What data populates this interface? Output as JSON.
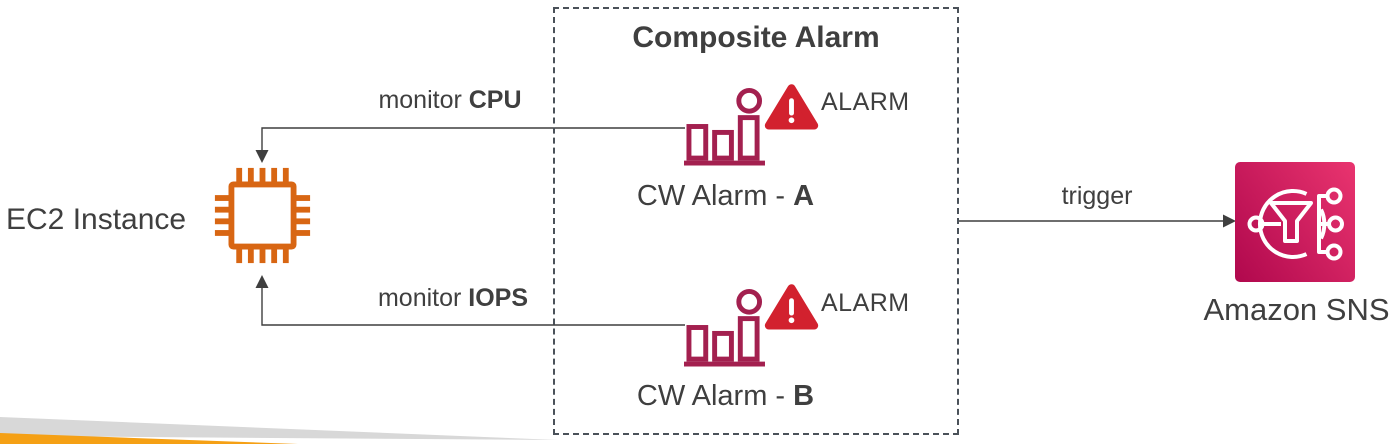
{
  "diagram": {
    "ec2": {
      "label": "EC2 Instance"
    },
    "composite": {
      "title": "Composite Alarm",
      "alarms": [
        {
          "name_prefix": "CW Alarm - ",
          "name_letter": "A",
          "state": "ALARM"
        },
        {
          "name_prefix": "CW Alarm - ",
          "name_letter": "B",
          "state": "ALARM"
        }
      ]
    },
    "edges": {
      "cpu_prefix": "monitor ",
      "cpu_metric": "CPU",
      "iops_prefix": "monitor ",
      "iops_metric": "IOPS",
      "trigger": "trigger"
    },
    "sns": {
      "label": "Amazon SNS"
    },
    "colors": {
      "ec2_orange": "#D86613",
      "alarm_crimson": "#A3204F",
      "warning_red": "#D2212E",
      "sns_grad_start": "#B0084D",
      "sns_grad_end": "#E9346F",
      "text_dark": "#3F3F3F",
      "line_color": "#3F3F3F",
      "box_border": "#4A5159",
      "wedge_gray": "#D8D8D8",
      "wedge_orange": "#F5A015"
    }
  }
}
